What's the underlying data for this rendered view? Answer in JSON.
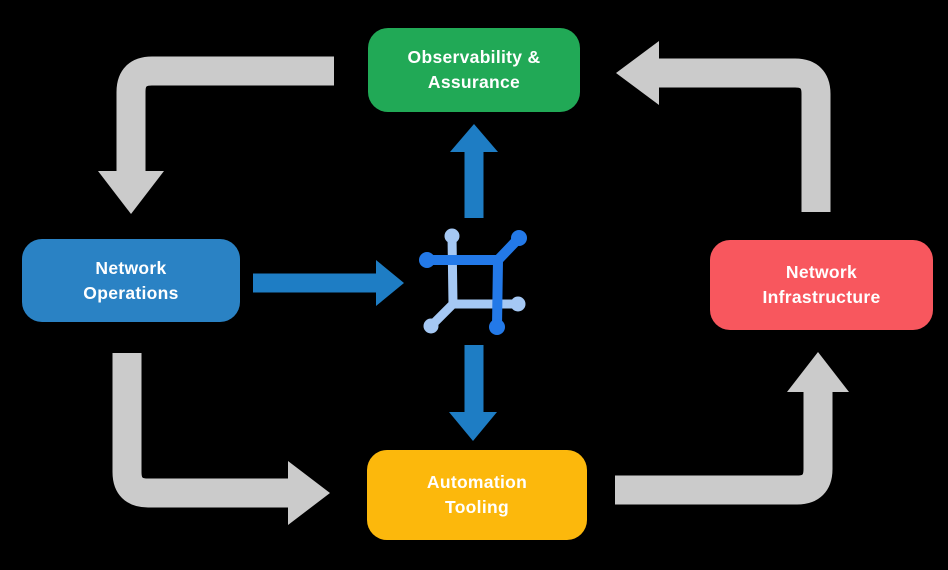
{
  "canvas": {
    "background": "#000000"
  },
  "nodes": {
    "observability": {
      "label": "Observability &\nAssurance",
      "color": "#21a956"
    },
    "operations": {
      "label": "Network\nOperations",
      "color": "#2a82c4"
    },
    "infrastructure": {
      "label": "Network\nInfrastructure",
      "color": "#f8575e"
    },
    "automation": {
      "label": "Automation\nTooling",
      "color": "#fcb80c"
    }
  },
  "icon": {
    "name": "network-automation-icon",
    "dark_blue": "#2379e8",
    "light_blue": "#a5c8f4"
  },
  "arrows": {
    "gray_color": "#cbcbcb",
    "blue_color": "#1e7dc4",
    "flows": [
      {
        "from": "Observability & Assurance",
        "to": "Network Operations",
        "style": "gray"
      },
      {
        "from": "Network Operations",
        "to": "Automation Tooling",
        "style": "gray"
      },
      {
        "from": "Automation Tooling",
        "to": "Network Infrastructure",
        "style": "gray"
      },
      {
        "from": "Network Infrastructure",
        "to": "Observability & Assurance",
        "style": "gray"
      },
      {
        "from": "Network Operations",
        "to": "center-icon",
        "style": "blue"
      },
      {
        "from": "center-icon",
        "to": "Observability & Assurance",
        "style": "blue"
      },
      {
        "from": "center-icon",
        "to": "Automation Tooling",
        "style": "blue"
      }
    ]
  }
}
